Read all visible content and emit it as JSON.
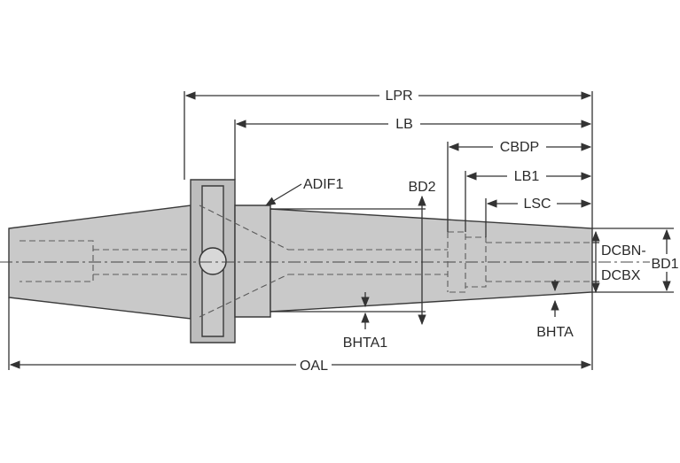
{
  "labels": {
    "lpr": "LPR",
    "lb": "LB",
    "cbdp": "CBDP",
    "lb1": "LB1",
    "lsc": "LSC",
    "adif1": "ADIF1",
    "bd2": "BD2",
    "dcbn": "DCBN-",
    "dcbx": "DCBX",
    "bd1": "BD1",
    "bhta1": "BHTA1",
    "bhta": "BHTA",
    "oal": "OAL"
  },
  "colors": {
    "body_fill": "#c9c9c9",
    "line": "#333333"
  }
}
